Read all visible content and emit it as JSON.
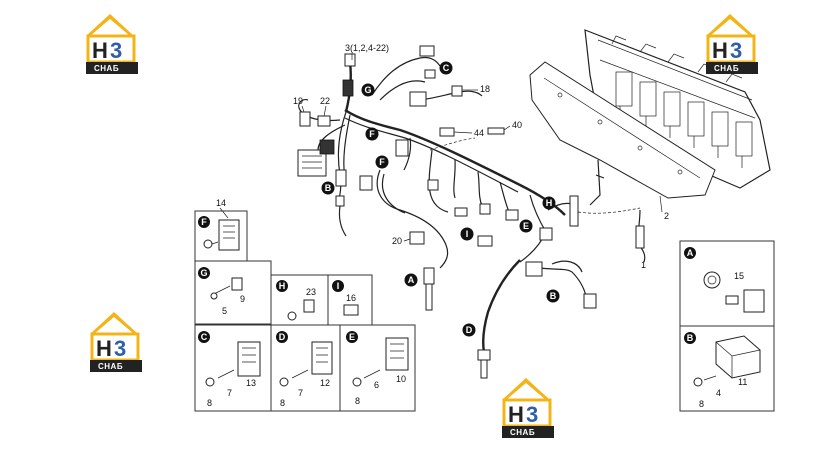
{
  "watermark": {
    "letters": "H",
    "digit": "3",
    "sub": "СНАБ"
  },
  "callouts": {
    "c3": "3(1,2,4-22)",
    "c18": "18",
    "c19": "19",
    "c22": "22",
    "c44": "44",
    "c40": "40",
    "c2": "2",
    "c1": "1",
    "c20": "20",
    "c14": "14",
    "c5": "5",
    "c9": "9",
    "c23": "23",
    "c16": "16",
    "c15": "15",
    "c13": "13",
    "c12": "12",
    "c10": "10",
    "c8a": "8",
    "c7a": "7",
    "c8b": "8",
    "c7b": "7",
    "c8c": "8",
    "c6": "6",
    "c4": "4",
    "c8d": "8",
    "c11": "11"
  },
  "markers": {
    "A": "A",
    "B": "B",
    "C": "C",
    "D": "D",
    "E": "E",
    "F": "F",
    "G": "G",
    "H": "H",
    "I": "I"
  }
}
